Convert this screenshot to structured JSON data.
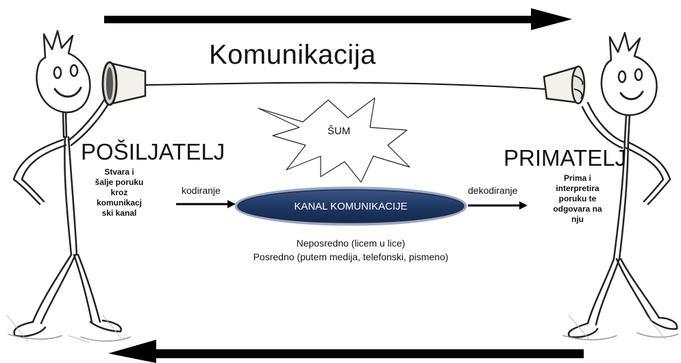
{
  "title": "Komunikacija",
  "sender": {
    "role": "POŠILJATELJ",
    "description": [
      "Stvara i",
      "šalje poruku",
      "kroz",
      "komunikacj",
      "ski kanal"
    ]
  },
  "receiver": {
    "role": "PRIMATELJ",
    "description": [
      "Prima i",
      "interpretira",
      "poruku te",
      "odgovara na",
      "nju"
    ]
  },
  "encoding_label": "kodiranje",
  "decoding_label": "dekodiranje",
  "noise_label": "ŠUM",
  "channel": {
    "label": "KANAL KOMUNIKACIJE",
    "types": [
      "Neposredno (licem u lice)",
      "Posredno (putem medija, telefonski, pismeno)"
    ]
  },
  "colors": {
    "channel_fill": "#1f3763",
    "ink": "#111111",
    "cup_fill": "#f2f2ea"
  }
}
